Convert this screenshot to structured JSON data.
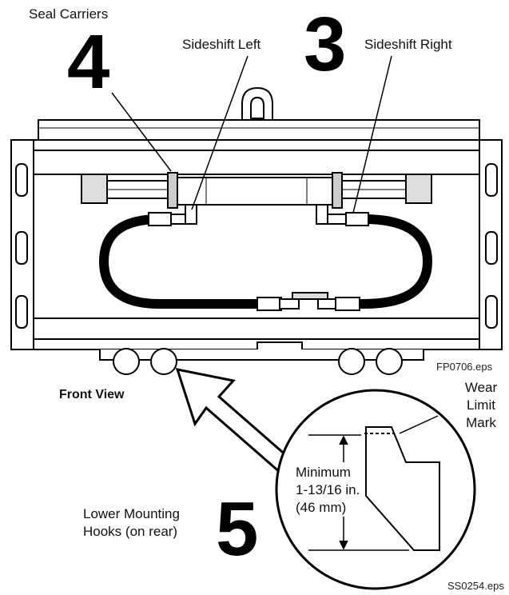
{
  "labels": {
    "seal_carriers": "Seal Carriers",
    "sideshift_left": "Sideshift Left",
    "sideshift_right": "Sideshift Right",
    "front_view": "Front View",
    "wear_limit_mark": [
      "Wear",
      "Limit",
      "Mark"
    ],
    "minimum": [
      "Minimum",
      "1-13/16 in.",
      "(46 mm)"
    ],
    "lower_mounting_hooks": [
      "Lower Mounting",
      "Hooks (on rear)"
    ]
  },
  "callouts": {
    "n3": "3",
    "n4": "4",
    "n5": "5"
  },
  "file_refs": {
    "front": "FP0706.eps",
    "detail": "SS0254.eps"
  }
}
